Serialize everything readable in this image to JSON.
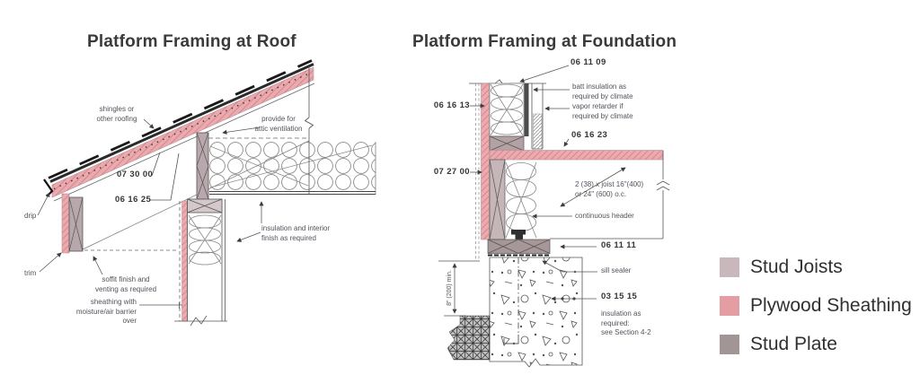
{
  "titles": {
    "roof": "Platform Framing at Roof",
    "foundation": "Platform Framing at Foundation"
  },
  "roof_labels": {
    "shingles": "shingles or\nother roofing",
    "attic_vent": "provide for\nattic ventilation",
    "code_073000": "07 30 00",
    "code_061625": "06 16 25",
    "drip": "drip",
    "trim": "trim",
    "insulation_interior": "insulation and interior\nfinish as required",
    "soffit": "soffit finish and\nventing as required",
    "sheathing_barrier": "sheathing with\nmoisture/air barrier\nover"
  },
  "foundation_labels": {
    "code_061109": "06 11 09",
    "batt_insulation": "batt insulation as\nrequired by climate",
    "vapor_retarder": "vapor retarder if\nrequired by climate",
    "code_061623": "06 16 23",
    "code_061613": "06 16 13",
    "code_072700": "07 27 00",
    "joist_note": "2 (38) x joist 16\"(400)\nor 24\" (600) o.c.",
    "continuous_header": "continuous header",
    "code_061111": "06 11 11",
    "sill_sealer": "sill sealer",
    "code_031515": "03 15 15",
    "insulation_note": "insulation as\nrequired:\nsee Section 4-2",
    "dimension": "8\" (200) min."
  },
  "legend": {
    "items": [
      {
        "label": "Stud Joists",
        "color": "#c9b8bb"
      },
      {
        "label": "Plywood Sheathing",
        "color": "#e49da2"
      },
      {
        "label": "Stud Plate",
        "color": "#a39596"
      }
    ]
  },
  "colors": {
    "plywood_sheathing": "#ecaaae",
    "stud_joists": "#b9a8ab",
    "stud_plate": "#a79799"
  }
}
